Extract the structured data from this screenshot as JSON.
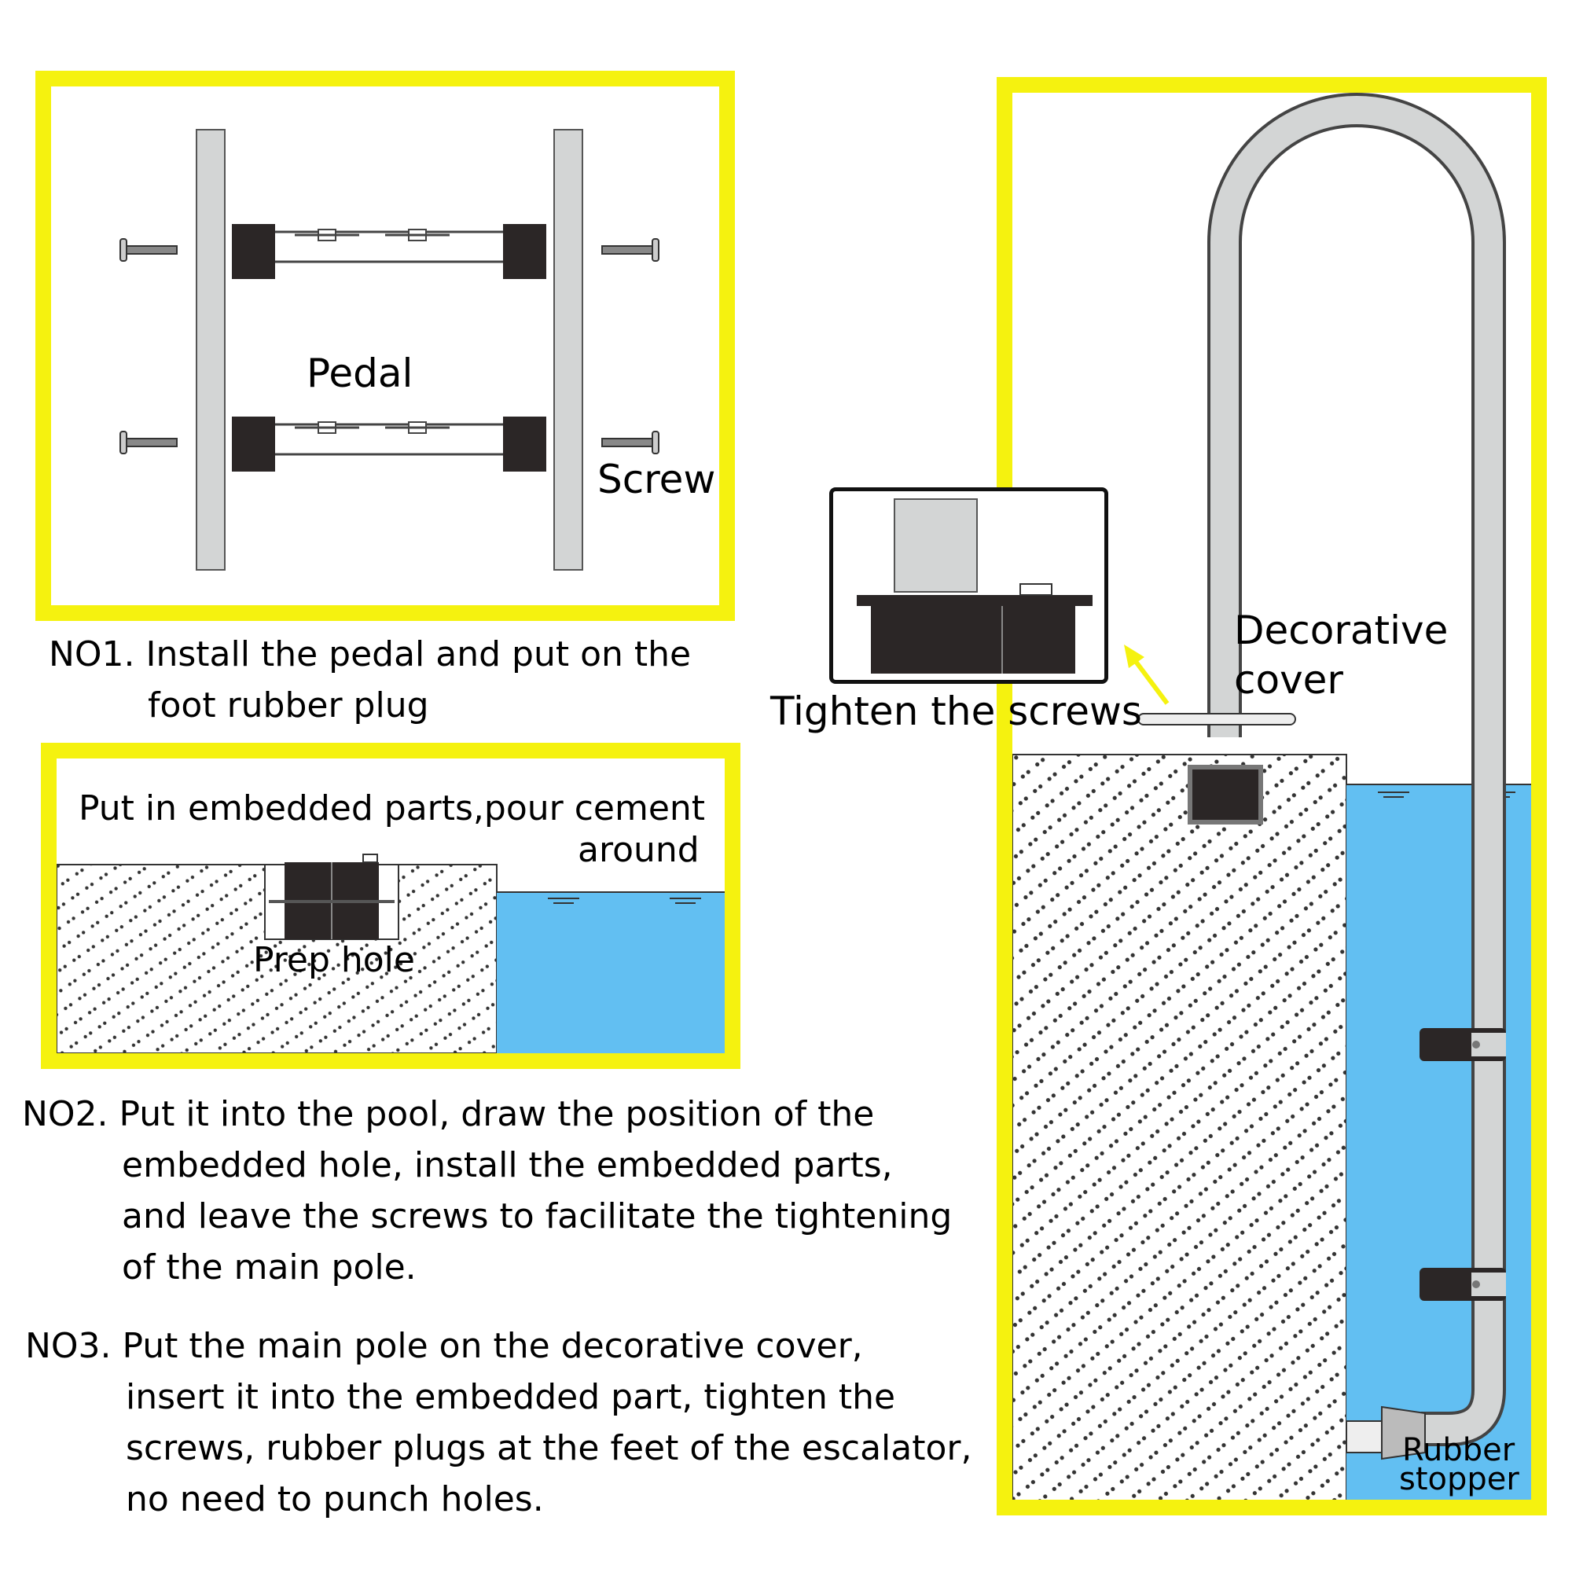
{
  "colors": {
    "frame": "#f5f20f",
    "water": "#62bff2",
    "dark_part": "#2b2626",
    "rail": "#d3d5d5",
    "arrow": "#f5f20f"
  },
  "panel1": {
    "pedal_label": "Pedal",
    "screw_label": "Screw"
  },
  "step1": {
    "line1": "NO1. Install the pedal and put on the",
    "line2": "foot rubber plug"
  },
  "panel2": {
    "caption_line1": "Put in embedded parts,pour cement",
    "caption_line2": "around",
    "hole_label": "Prep hole"
  },
  "step2": {
    "line1": "NO2. Put it into the pool, draw the position of the",
    "line2": "embedded hole, install the embedded parts,",
    "line3": "and leave the screws to facilitate the tightening",
    "line4": "of the main pole."
  },
  "step3": {
    "line1": "NO3. Put the main pole on the decorative cover,",
    "line2": "insert it into the embedded part, tighten the",
    "line3": "screws, rubber plugs at the feet of the escalator,",
    "line4": "no need to punch holes."
  },
  "panel3": {
    "cover_line1": "Decorative",
    "cover_line2": "cover",
    "tighten_label": "Tighten the screws",
    "stopper_line1": "Rubber",
    "stopper_line2": "stopper"
  }
}
